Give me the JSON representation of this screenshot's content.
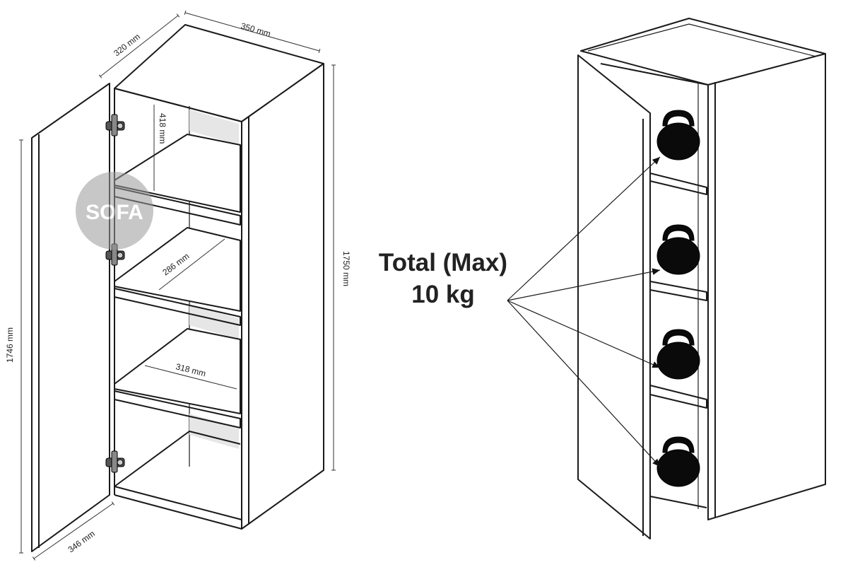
{
  "watermark": {
    "text": "SOFA",
    "icon": "sofa-logo-watermark"
  },
  "dimensions": {
    "width": "350 mm",
    "depth": "320 mm",
    "height_right": "1750 mm",
    "height_left": "1746 mm",
    "door_width": "346 mm",
    "shelf_gap": "418 mm",
    "shelf_depth": "286 mm",
    "shelf_width": "318 mm"
  },
  "load": {
    "line1": "Total (Max)",
    "line2": "10 kg"
  },
  "icons": [
    "hinge-icon",
    "kettlebell-icon",
    "sofa-logo-watermark"
  ]
}
